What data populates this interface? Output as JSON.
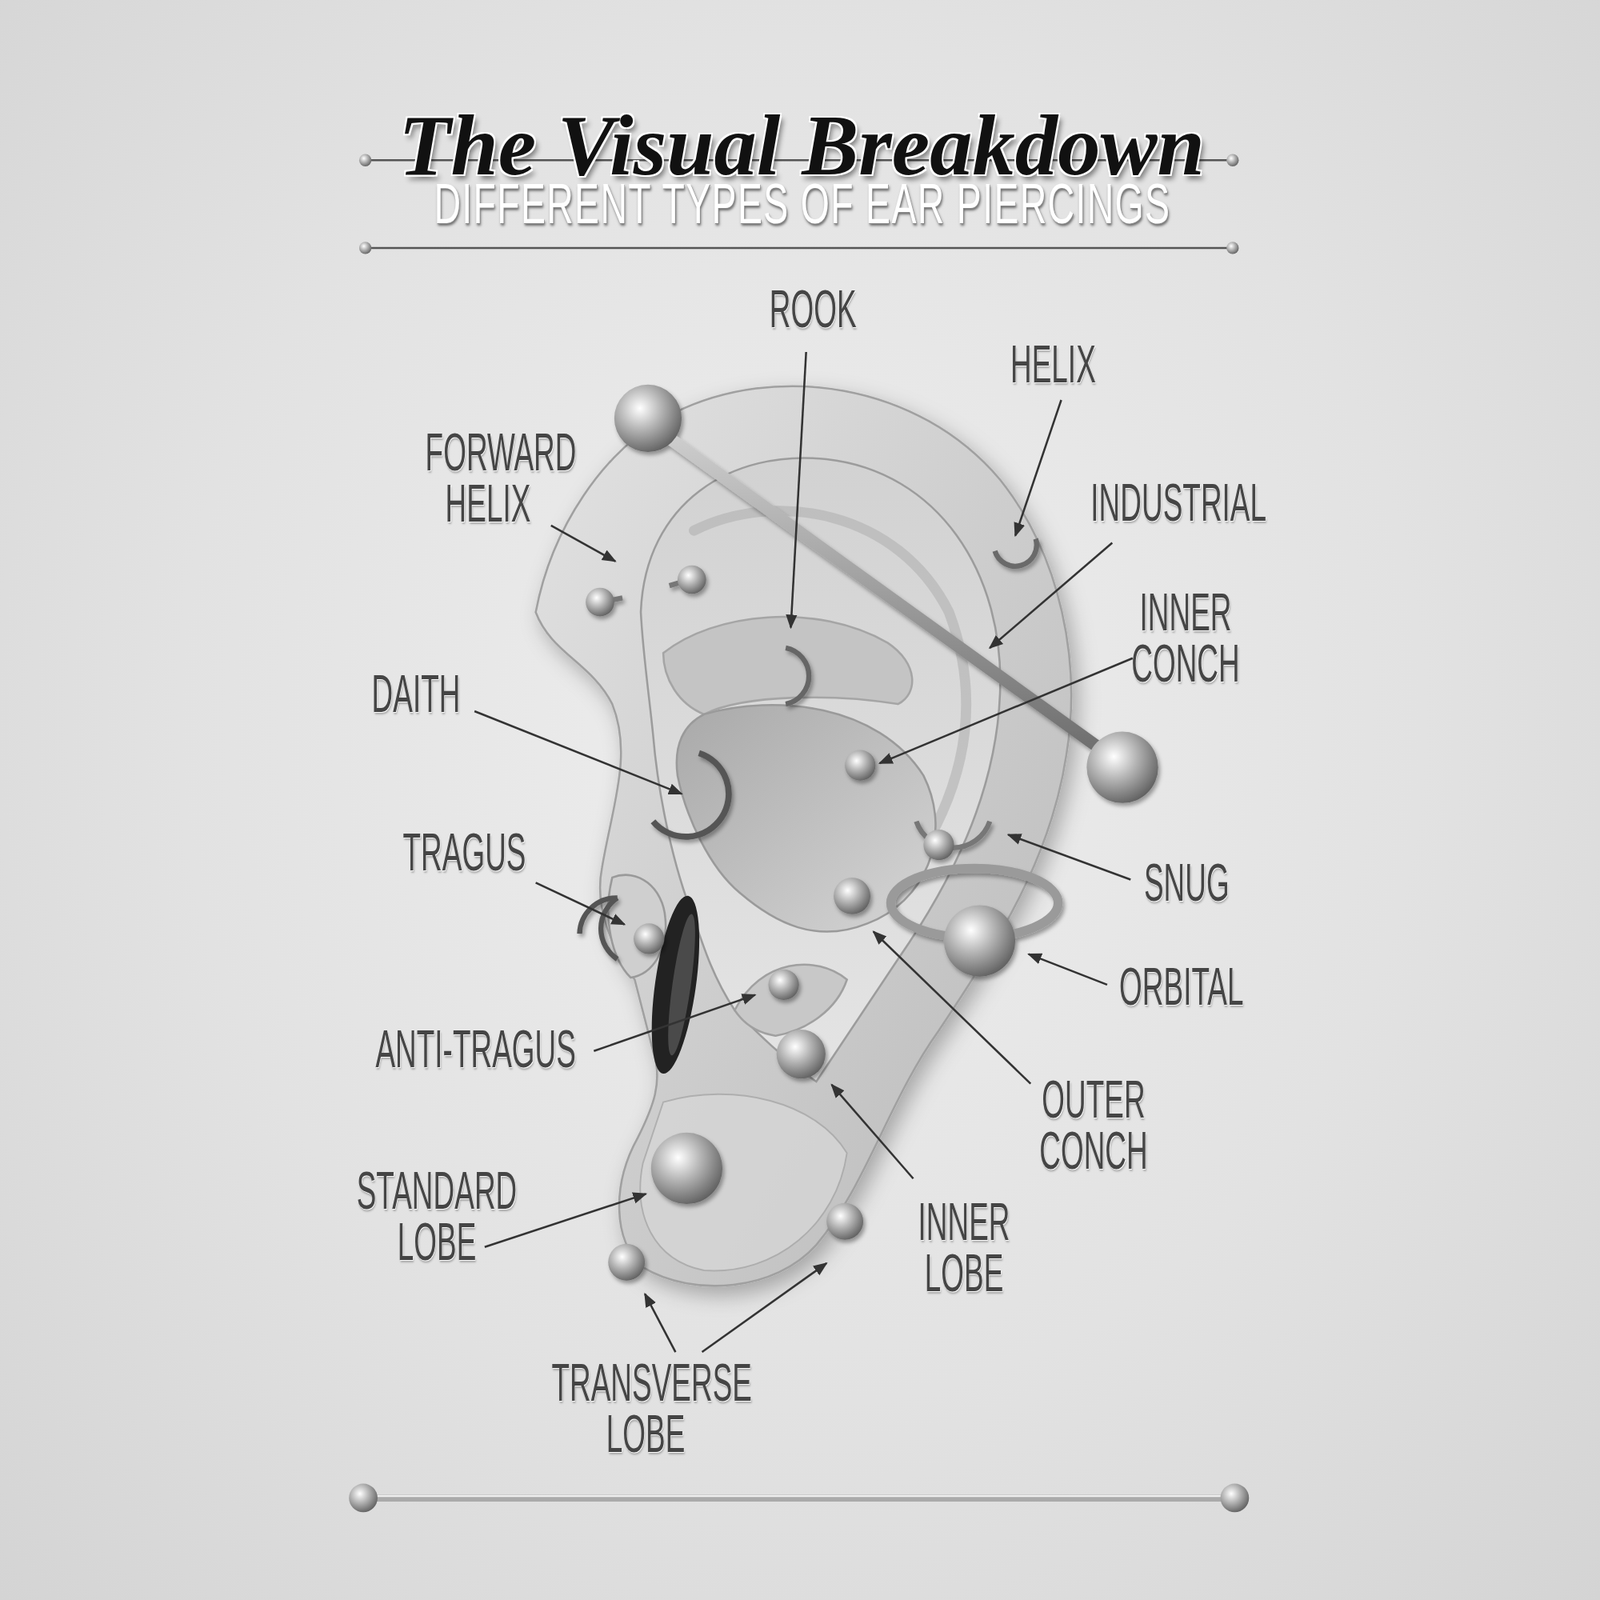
{
  "diagram": {
    "title": "The Visual Breakdown",
    "labels": [
      "DIFFERENT TYPES OF EAR PIERCINGS",
      "ROOK",
      "HELIX",
      "FORWARD HELIX",
      "INDUSTRIAL",
      "INNER CONCH",
      "DAITH",
      "TRAGUS",
      "SNUG",
      "ORBITAL",
      "ANTI-TRAGUS",
      "OUTER CONCH",
      "STANDARD LOBE",
      "INNER LOBE",
      "TRANSVERSE LOBE"
    ]
  }
}
